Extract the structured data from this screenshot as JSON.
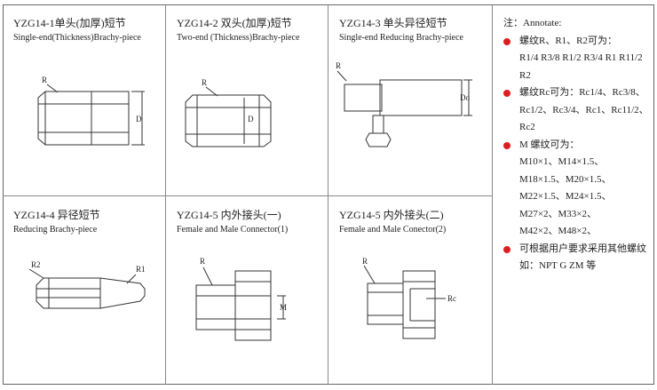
{
  "cells": [
    {
      "code": "YZG14-1单头(加厚)短节",
      "en": "Single-end(Thickness)Brachy-piece",
      "labels": [
        "R",
        "D"
      ]
    },
    {
      "code": "YZG14-2 双头(加厚)短节",
      "en": "Two-end (Thickness)Brachy-piece",
      "labels": [
        "R",
        "D"
      ]
    },
    {
      "code": "YZG14-3 单头异径短节",
      "en": "Single-end Reducing Brachy-piece",
      "labels": [
        "R",
        "Do"
      ]
    },
    {
      "code": "YZG14-4 异径短节",
      "en": "Reducing Brachy-piece",
      "labels": [
        "R2",
        "R1"
      ]
    },
    {
      "code": "YZG14-5 内外接头(一)",
      "en": "Female and Male Connector(1)",
      "labels": [
        "R",
        "M"
      ]
    },
    {
      "code": "YZG14-5 内外接头(二)",
      "en": "Female and Male Conector(2)",
      "labels": [
        "R",
        "Rc"
      ]
    }
  ],
  "notes": {
    "title": "注：Annotate:",
    "r_head": "螺纹R、R1、R2可为：",
    "r_l1": "R1/4  R3/8  R1/2  R3/4  R1  R11/2",
    "r_l2": "R2",
    "rc_head": "螺纹Rc可为：Rc1/4、Rc3/8、",
    "rc_l1": "Rc1/2、Rc3/4、Rc1、Rc11/2、",
    "rc_l2": "Rc2",
    "m_head": "M 螺纹可为：",
    "m_l1": "M10×1、M14×1.5、",
    "m_l2": "M18×1.5、M20×1.5、",
    "m_l3": "M22×1.5、M24×1.5、",
    "m_l4": "M27×2、M33×2、",
    "m_l5": "M42×2、M48×2、",
    "other_head": "可根据用户要求采用其他螺纹",
    "other_l1": "如：NPT G ZM 等"
  }
}
